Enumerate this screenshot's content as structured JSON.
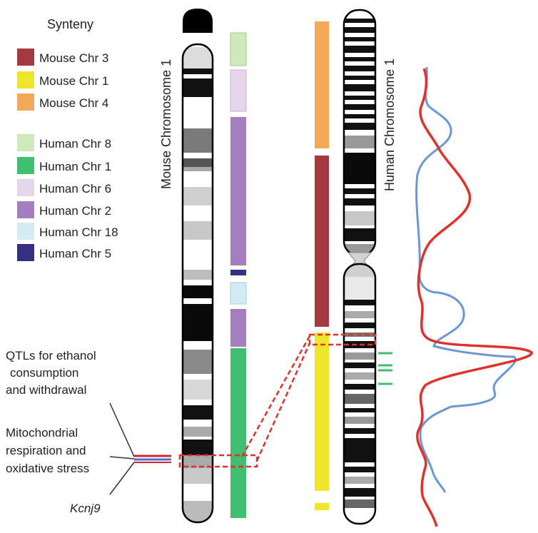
{
  "legend": {
    "title": "Synteny",
    "mouse_items": [
      {
        "label": "Mouse Chr 3",
        "color": "#a23a3f"
      },
      {
        "label": "Mouse Chr 1",
        "color": "#f0e52d"
      },
      {
        "label": "Mouse Chr 4",
        "color": "#f2a95a"
      }
    ],
    "human_items": [
      {
        "label": "Human Chr 8",
        "color": "#cfe9bd"
      },
      {
        "label": "Human Chr 1",
        "color": "#3fbf6f"
      },
      {
        "label": "Human Chr 6",
        "color": "#e6d6ea"
      },
      {
        "label": "Human Chr 2",
        "color": "#a57ec0"
      },
      {
        "label": "Human Chr 18",
        "color": "#d3ecf4"
      },
      {
        "label": "Human Chr 5",
        "color": "#35307f"
      }
    ]
  },
  "mouse_chr_label": "Mouse Chromosome 1",
  "human_chr_label": "Human Chromosome 1",
  "annotations": {
    "qtl_line1": "QTLs for ethanol",
    "qtl_line2": "consumption",
    "qtl_line3": "and withdrawal",
    "mito_line1": "Mitochondrial",
    "mito_line2": "respiration and",
    "mito_line3": "oxidative stress",
    "gene": "Kcnj9"
  },
  "colors": {
    "red_trace": "#e0312a",
    "blue_trace": "#6b97d6",
    "qtl_marker": "#d6252b",
    "mito_marker": "#4a6fd1",
    "highlight_box": "#e0312a",
    "green_ticks": "#3fbf6f"
  }
}
